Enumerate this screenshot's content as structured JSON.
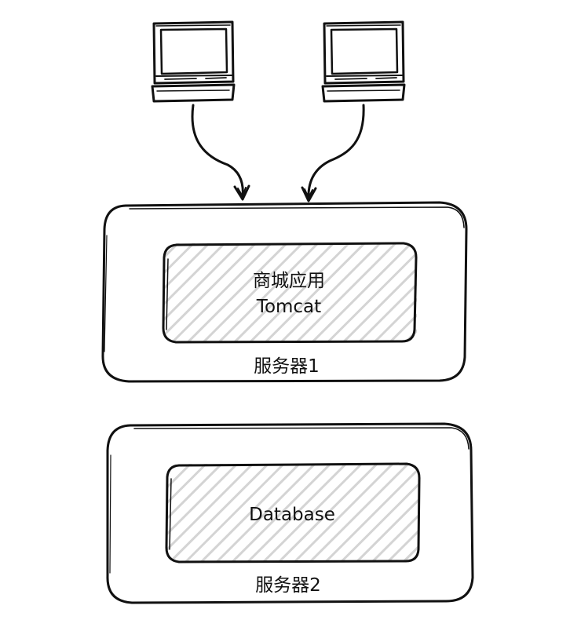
{
  "app": {
    "label": "商城应用",
    "sublabel": "Tomcat"
  },
  "server1": {
    "label": "服务器1"
  },
  "database": {
    "label": "Database"
  },
  "server2": {
    "label": "服务器2"
  },
  "colors": {
    "stroke": "#111111",
    "hatch": "#d4d4d4",
    "background": "#ffffff"
  }
}
